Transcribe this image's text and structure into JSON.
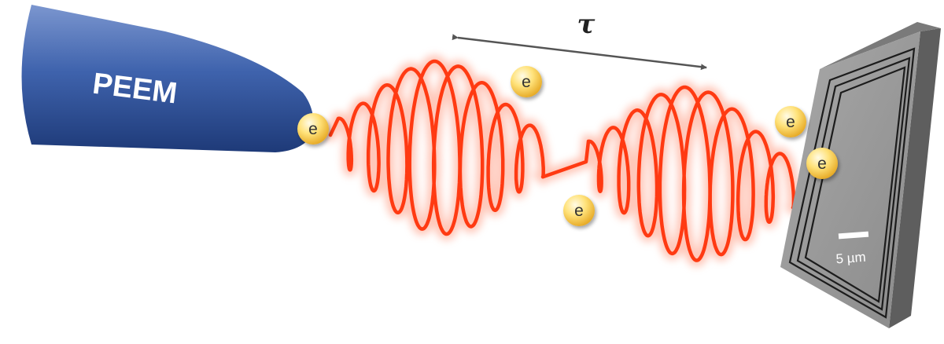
{
  "diagram": {
    "instrument_label": "PEEM",
    "delay_symbol": "τ",
    "electron_symbol": "e",
    "scale_bar_label": "5 µm",
    "colors": {
      "peem_body": "#3f63ad",
      "pulse": "#ff3a12",
      "pulse_glow": "#ff9a80",
      "electron": "#f6c34a",
      "sample": "#8f8f8f"
    }
  }
}
